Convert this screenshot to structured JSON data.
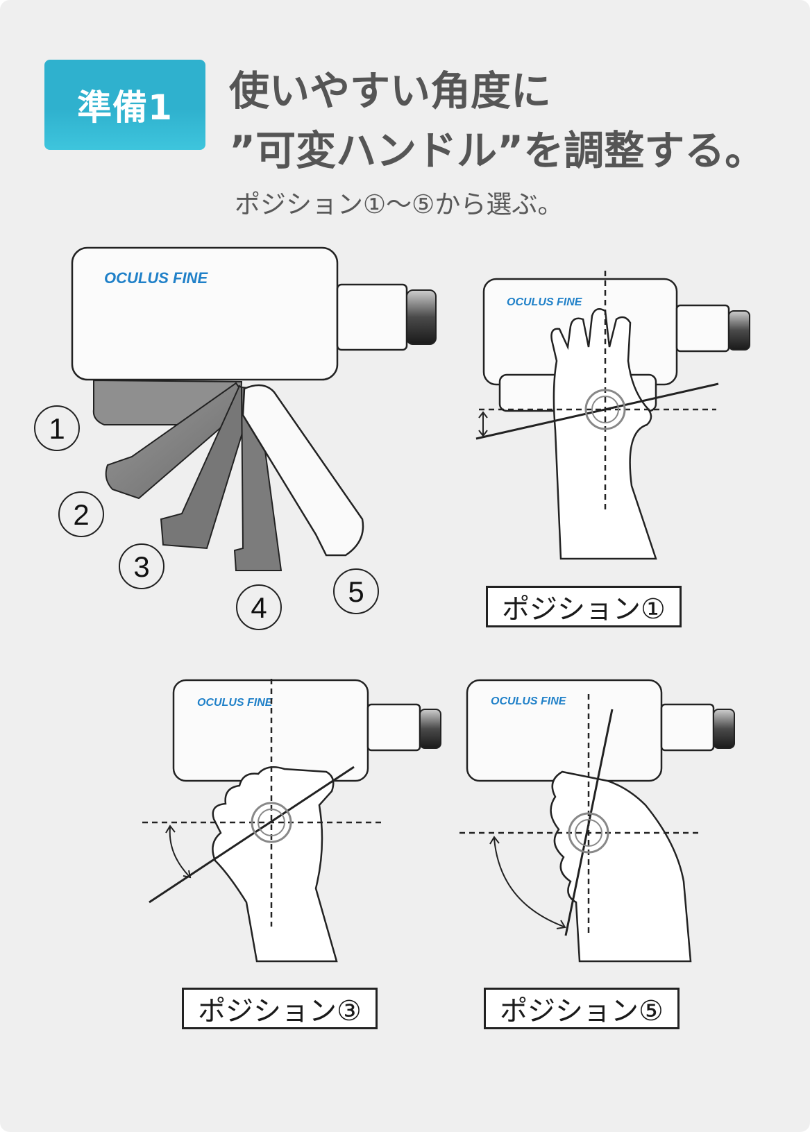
{
  "badge": {
    "label": "準備1"
  },
  "title": {
    "line1": "使いやすい角度に",
    "line2": "”可変ハンドル”を調整する。"
  },
  "subtitle": "ポジション①～⑤から選ぶ。",
  "brand": "OCULUS FINE",
  "positions": [
    "1",
    "2",
    "3",
    "4",
    "5"
  ],
  "labels": {
    "position1": "ポジション①",
    "position3": "ポジション③",
    "position5": "ポジション⑤"
  },
  "colors": {
    "badge": "#2fb1ce",
    "background": "#efefef",
    "brand_text": "#1f80c8",
    "title_text": "#555555"
  }
}
